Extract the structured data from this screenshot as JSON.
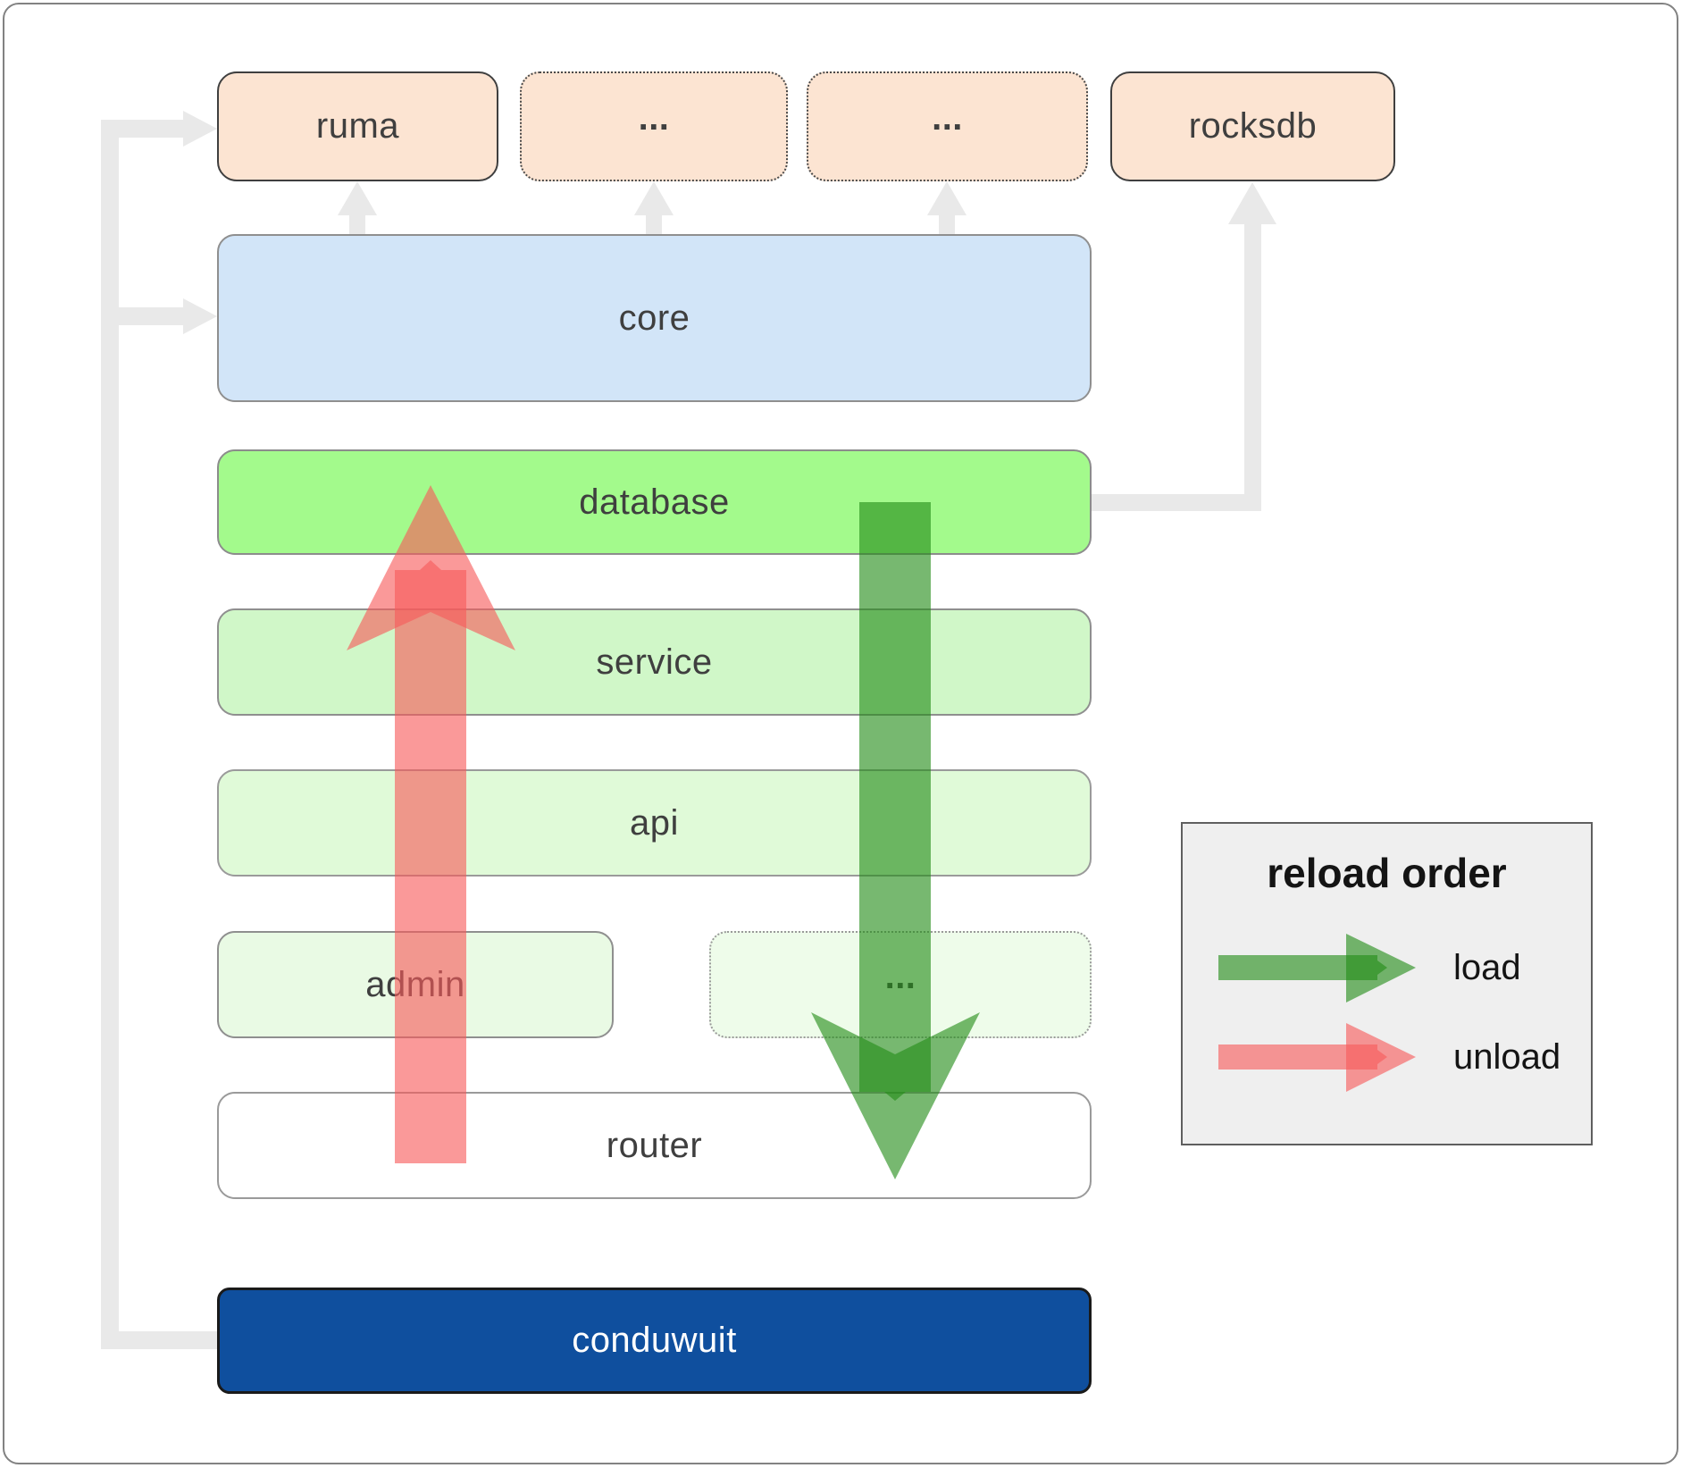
{
  "diagram": {
    "top_row": {
      "ruma": "ruma",
      "ellipsis1": "...",
      "ellipsis2": "...",
      "rocksdb": "rocksdb"
    },
    "layers": {
      "core": "core",
      "database": "database",
      "service": "service",
      "api": "api",
      "admin": "admin",
      "admin_ellipsis": "...",
      "router": "router",
      "conduwuit": "conduwuit"
    }
  },
  "legend": {
    "title": "reload order",
    "load_label": "load",
    "unload_label": "unload"
  },
  "colors": {
    "peach-fill": "#fce4d2",
    "core-fill": "#d2e5f8",
    "database-fill": "#a3fa8c",
    "service-fill": "#d0f7c8",
    "api-fill": "#e0fad8",
    "admin-fill": "#e9fae4",
    "admin2-fill": "#eefcea",
    "router-fill": "#ffffff",
    "conduwuit-fill": "#0f4f9e",
    "legend-bg": "#efefef",
    "connector-gray": "#e9e9e9",
    "load-green": "rgba(35,140,25,0.62)",
    "unload-red": "rgba(247,90,90,0.62)",
    "label-color": "#3f3f3f"
  }
}
